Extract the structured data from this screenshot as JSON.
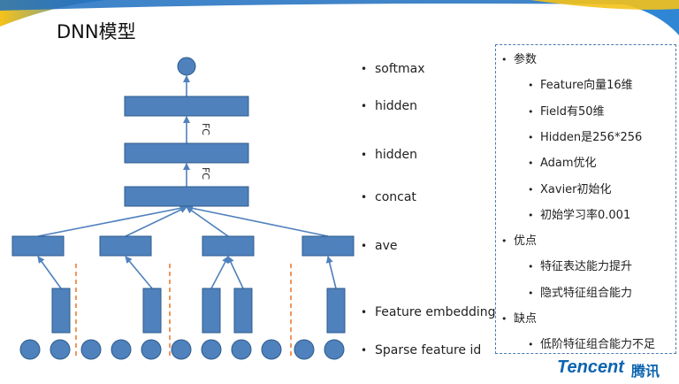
{
  "title": "DNN模型",
  "layers": [
    {
      "id": "softmax",
      "label": "softmax"
    },
    {
      "id": "hidden2",
      "label": "hidden"
    },
    {
      "id": "hidden1",
      "label": "hidden"
    },
    {
      "id": "concat",
      "label": "concat"
    },
    {
      "id": "ave",
      "label": "ave"
    },
    {
      "id": "embedding",
      "label": "Feature embedding"
    },
    {
      "id": "sparse",
      "label": "Sparse feature id"
    }
  ],
  "fc_labels": [
    "FC",
    "FC"
  ],
  "panel": {
    "sections": [
      {
        "heading": "参数",
        "items": [
          "Feature向量16维",
          "Field有50维",
          "Hidden是256*256",
          "Adam优化",
          "Xavier初始化",
          "初始学习率0.001"
        ]
      },
      {
        "heading": "优点",
        "items": [
          "特征表达能力提升",
          "隐式特征组合能力"
        ]
      },
      {
        "heading": "缺点",
        "items": [
          "低阶特征组合能力不足"
        ]
      }
    ]
  },
  "brand": {
    "name": "Tencent",
    "cn": "腾讯"
  },
  "colors": {
    "node_fill": "#4f81bd",
    "node_stroke": "#2d5b8c",
    "divider": "#ed7d31",
    "panel_border": "#4a7bb0",
    "brand": "#0b64b0"
  }
}
